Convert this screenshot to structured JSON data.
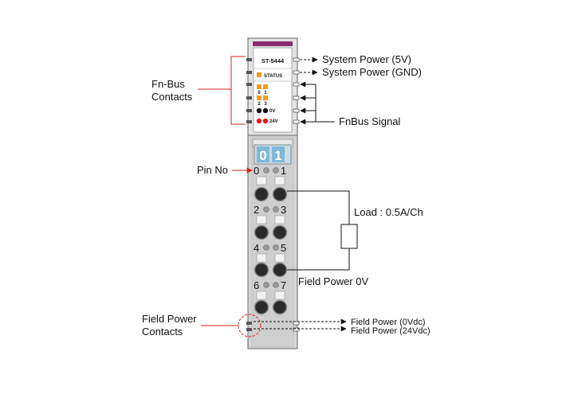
{
  "module": {
    "model": "ST-5444",
    "status_label": "STATUS",
    "led_labels": [
      "0",
      "1",
      "2",
      "3"
    ],
    "power_led_labels": [
      "0V",
      "24V"
    ],
    "channel_window": [
      "0",
      "1"
    ],
    "pin_numbers": [
      "0",
      "1",
      "2",
      "3",
      "4",
      "5",
      "6",
      "7"
    ]
  },
  "labels": {
    "system_power_5v": "System Power (5V)",
    "system_power_gnd": "System Power (GND)",
    "fnbus_contacts": [
      "Fn-Bus",
      "Contacts"
    ],
    "fnbus_signal": "FnBus Signal",
    "pin_no": "Pin No",
    "load": "Load : 0.5A/Ch",
    "field_power_0v": "Field Power 0V",
    "field_power_contacts": [
      "Field Power",
      "Contacts"
    ],
    "field_power_0vdc": "Field Power (0Vdc)",
    "field_power_24vdc": "Field Power (24Vdc)"
  },
  "colors": {
    "module_body": "#d4d4d4",
    "module_top_stripe": "#8a2a6e",
    "status_led": "#f39a1e",
    "red_led": "#e31b1b",
    "callout_red": "#d41f1f",
    "window_blue": "#7fb8d6"
  }
}
